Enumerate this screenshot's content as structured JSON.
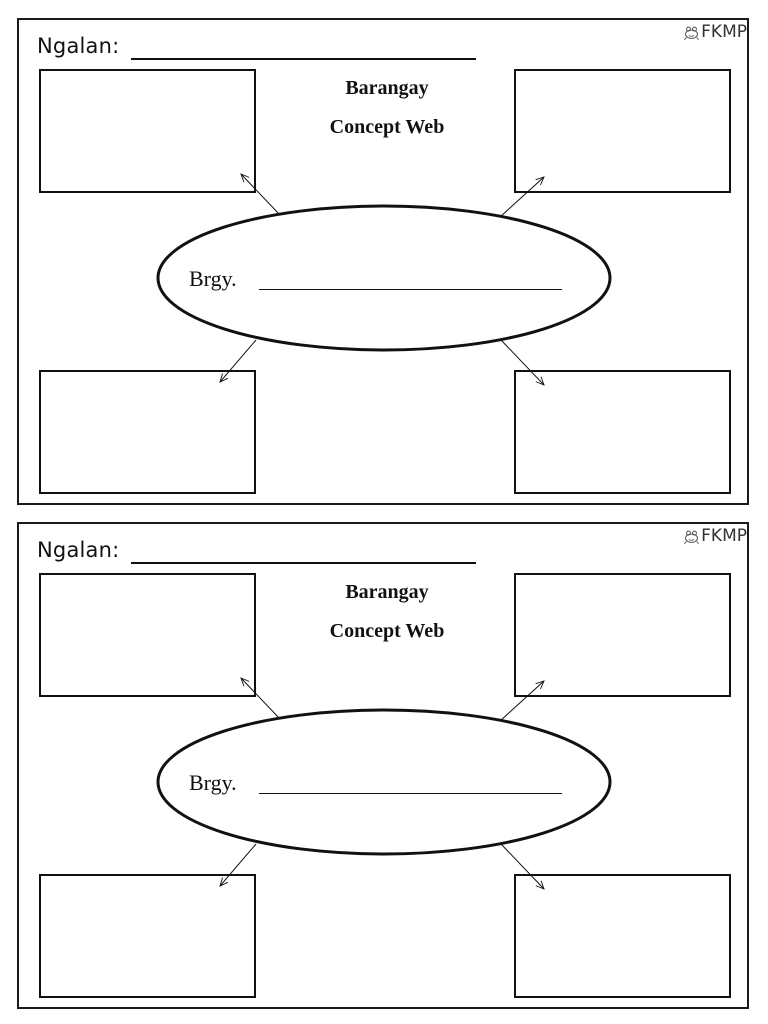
{
  "worksheet": {
    "name_label": "Ngalan:",
    "brand": "FKMP",
    "title_line1": "Barangay",
    "title_line2": "Concept Web",
    "center_label": "Brgy."
  },
  "copies": 2
}
